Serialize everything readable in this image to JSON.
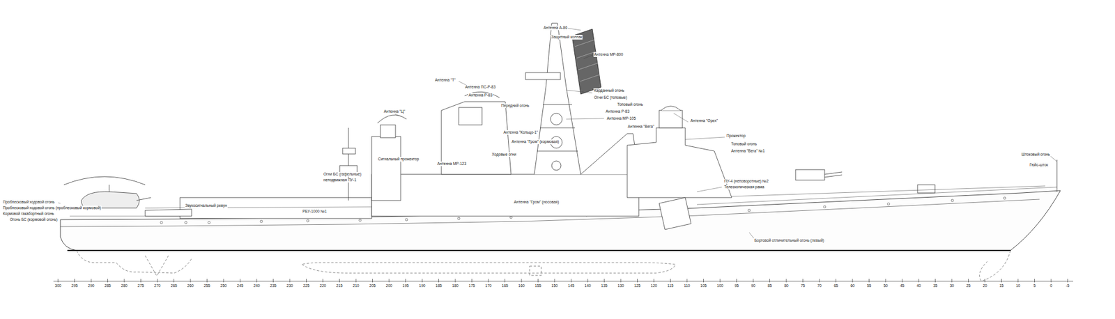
{
  "diagram": {
    "labels": [
      "Антенна А-86",
      "Защитный колпак",
      "Антенна МР-800",
      "Антенна \"Т\"",
      "Антенна ПС-Р-83",
      "Карданный огонь",
      "Антенна Р-83",
      "Огни БС (топовые)",
      "Топовый огонь",
      "Передний огонь",
      "Антенна Р-83",
      "Антенна \"Ц\"",
      "Антенна МР-105",
      "Антенна \"Орех\"",
      "Антенна \"Вега\"",
      "Антенна \"Кольцо-1\"",
      "Прожектор",
      "Антенна \"Гром\" (кормовая)",
      "Топовый огонь",
      "Антенна \"Вега\" №1",
      "Штоковый огонь",
      "Ходовые огни",
      "Сигнальный прожектор",
      "Антенна МР-123",
      "Гюйс-шток",
      "Огни БС (гафельные)",
      "неподвижная ПУ-1",
      "ПУ-4 (неповоротные) №2",
      "Телескопическая рама",
      "Антенна \"Гром\" (носовая)",
      "Проблесковый ходовой огонь",
      "Звукосигнальный ревун",
      "Проблесковый ходовой огонь (проблесковый кормовой)",
      "РБУ-1000 №1",
      "Кормовой гакабортный огонь",
      "Огонь БС (кормовой огонь)",
      "Бортовой отличительный огонь (левый)",
      "300",
      "295",
      "290",
      "285",
      "280",
      "275",
      "270",
      "265",
      "260",
      "255",
      "250",
      "245",
      "240",
      "235",
      "230",
      "225",
      "220",
      "215",
      "210",
      "205",
      "200",
      "195",
      "190",
      "185",
      "180",
      "175",
      "170",
      "165",
      "160",
      "155",
      "150",
      "145",
      "140",
      "135",
      "130",
      "125",
      "120",
      "115",
      "110",
      "105",
      "100",
      "95",
      "90",
      "85",
      "80",
      "75",
      "70",
      "65",
      "60",
      "55",
      "50",
      "45",
      "40",
      "35",
      "30",
      "25",
      "20",
      "15",
      "10",
      "5",
      "0",
      "-5"
    ]
  }
}
